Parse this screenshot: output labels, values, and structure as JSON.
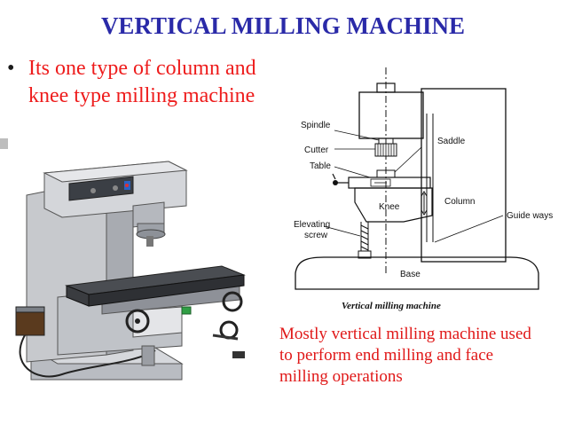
{
  "slide": {
    "title": "VERTICAL MILLING MACHINE",
    "bullet_text": "Its one type of column and knee type milling machine",
    "bullet_symbol": "•",
    "caption": "Mostly vertical milling machine used to perform end milling and face milling operations",
    "title_color": "#2a2aa8",
    "text_color": "#ee1c1c"
  },
  "diagram": {
    "caption": "Vertical milling machine",
    "labels": {
      "spindle": "Spindle",
      "cutter": "Cutter",
      "table": "Table",
      "saddle": "Saddle",
      "knee": "Knee",
      "column": "Column",
      "guide_ways": "Guide ways",
      "elevating_1": "Elevating",
      "elevating_2": "screw",
      "base": "Base"
    }
  },
  "machine_illustration": {
    "icon": "vertical-milling-machine-illustration"
  }
}
